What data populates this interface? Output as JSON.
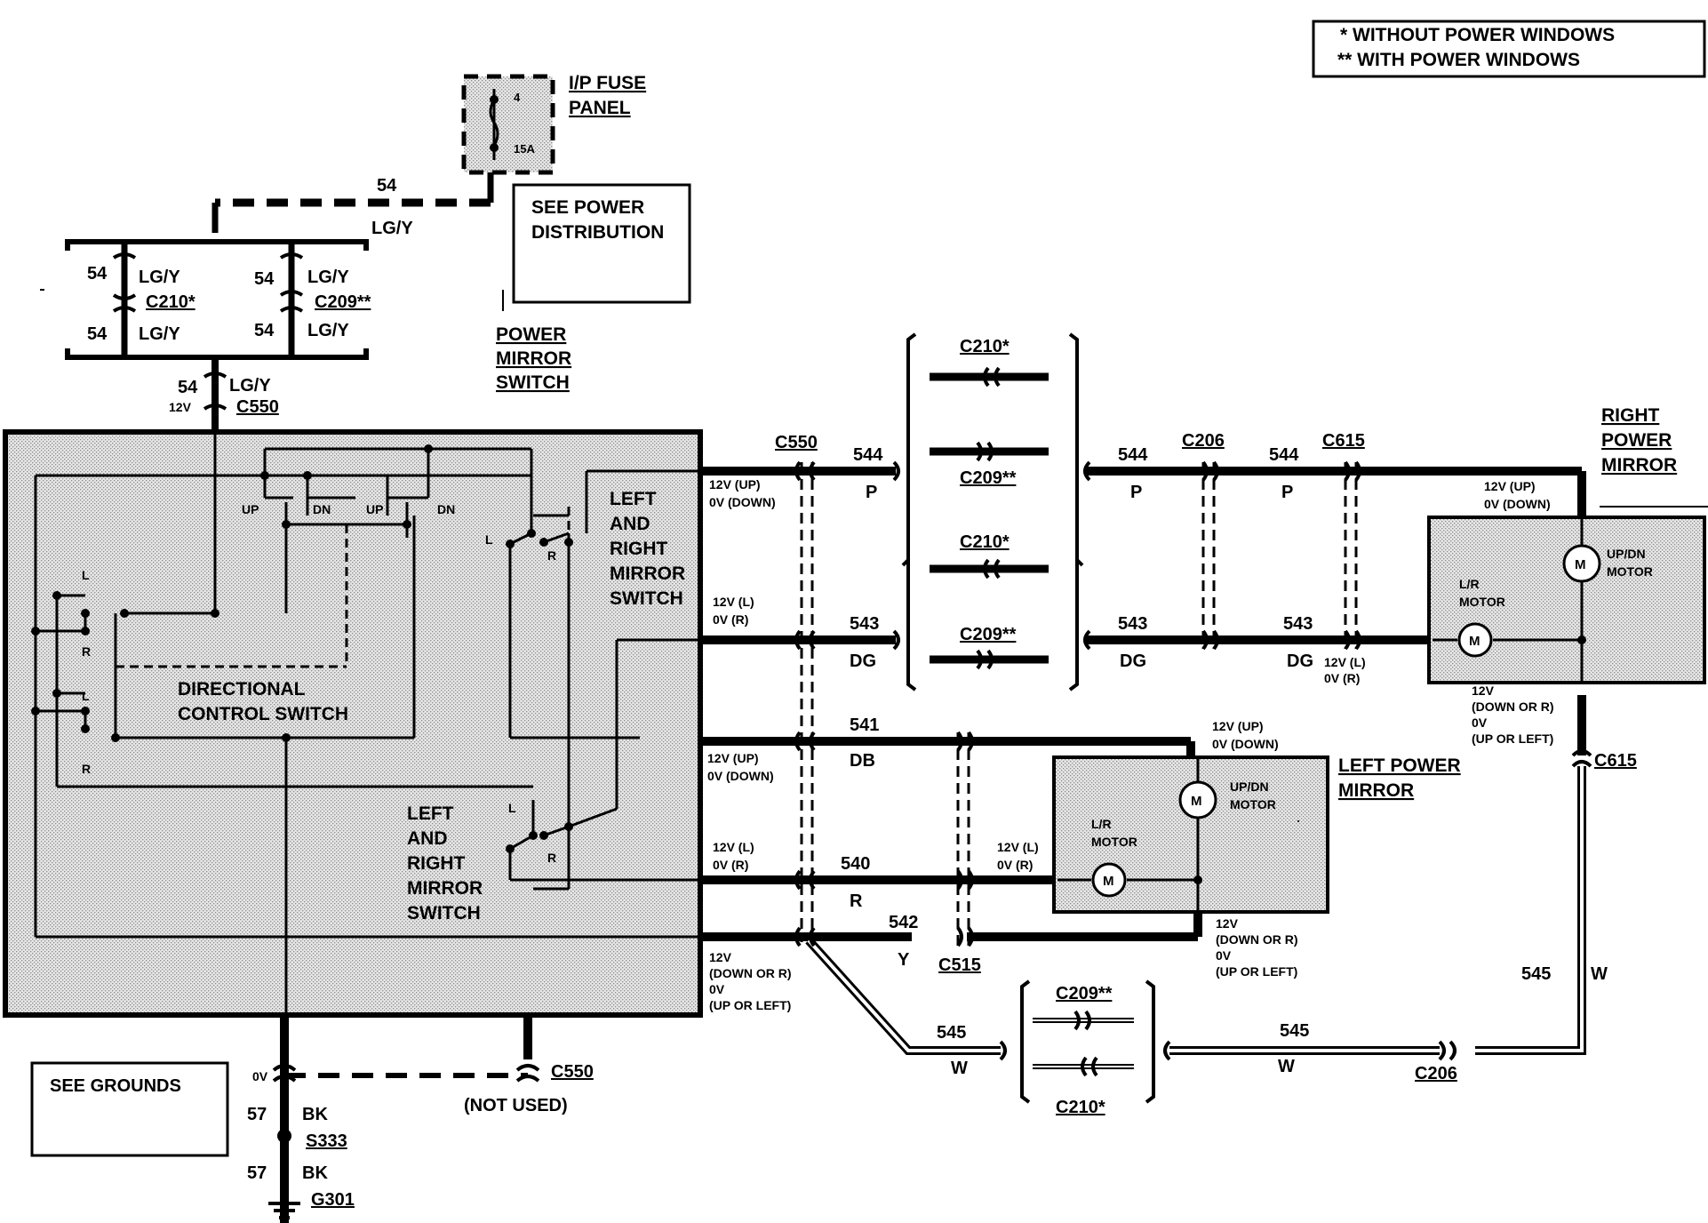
{
  "legend": {
    "line1": "*  WITHOUT POWER WINDOWS",
    "line2": "**  WITH POWER WINDOWS"
  },
  "fuse": {
    "title1": "I/P FUSE",
    "title2": "PANEL",
    "num": "4",
    "amp": "15A"
  },
  "see_power": {
    "l1": "SEE POWER",
    "l2": "DISTRIBUTION"
  },
  "pms": {
    "l1": "POWER",
    "l2": "MIRROR",
    "l3": "SWITCH"
  },
  "w54": "54",
  "lgy": "LG/Y",
  "c210s": "C210*",
  "c209ss": "C209**",
  "c550": "C550",
  "c206": "C206",
  "c615": "C615",
  "c515": "C515",
  "v12": "12V",
  "v0": "0V",
  "dir": {
    "l1": "DIRECTIONAL",
    "l2": "CONTROL SWITCH"
  },
  "sw": {
    "up": "UP",
    "dn": "DN",
    "l": "L",
    "r": "R"
  },
  "lrms": {
    "l1": "LEFT",
    "l2": "AND",
    "l3": "RIGHT",
    "l4": "MIRROR",
    "l5": "SWITCH"
  },
  "v_updown": {
    "a": "12V (UP)",
    "b": "0V (DOWN)"
  },
  "v_lr": {
    "a": "12V (L)",
    "b": "0V (R)"
  },
  "v_ret": {
    "a": "12V",
    "b": "(DOWN OR R)",
    "c": "0V",
    "d": "(UP OR LEFT)"
  },
  "v_ret2": {
    "a": "12V",
    "b": "(DOWN OR R)",
    "c": "0V",
    "d": "(UP OR LEFT)"
  },
  "wires": {
    "w544": "544",
    "p": "P",
    "w543": "543",
    "dg": "DG",
    "w541": "541",
    "db": "DB",
    "w540": "540",
    "r": "R",
    "w542": "542",
    "y": "Y",
    "w545": "545",
    "w": "W",
    "w57": "57",
    "bk": "BK"
  },
  "right_mirror": {
    "l1": "RIGHT",
    "l2": "POWER",
    "l3": "MIRROR"
  },
  "left_mirror": {
    "l1": "LEFT POWER",
    "l2": "MIRROR"
  },
  "motor": {
    "updn1": "UP/DN",
    "updn2": "MOTOR",
    "lr1": "L/R",
    "lr2": "MOTOR",
    "m": "M"
  },
  "grounds": {
    "label": "SEE GROUNDS",
    "s333": "S333",
    "g301": "G301",
    "not_used": "(NOT USED)"
  }
}
